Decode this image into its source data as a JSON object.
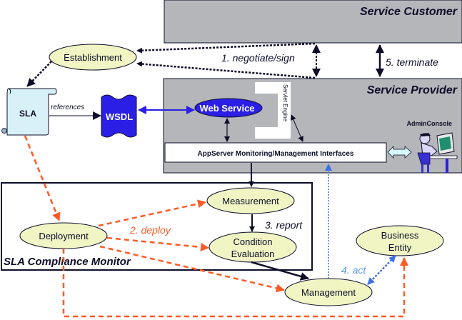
{
  "regions": {
    "service_customer": "Service Customer",
    "service_provider": "Service Provider",
    "sla_compliance_monitor": "SLA Compliance Monitor"
  },
  "nodes": {
    "establishment": "Establishment",
    "sla": "SLA",
    "wsdl": "WSDL",
    "web_service": "Web Service",
    "servlet_engine": "Servlet Engine",
    "appserver_interfaces": "AppServer Monitoring/Management Interfaces",
    "admin_console": "AdminConsole",
    "measurement": "Measurement",
    "deployment": "Deployment",
    "condition_evaluation_line1": "Condition",
    "condition_evaluation_line2": "Evaluation",
    "management": "Management",
    "business_entity_line1": "Business",
    "business_entity_line2": "Entity"
  },
  "edge_labels": {
    "negotiate_sign": "1. negotiate/sign",
    "deploy": "2. deploy",
    "report": "3. report",
    "act": "4. act",
    "terminate": "5. terminate",
    "references": "references"
  },
  "colors": {
    "region_gray": "#b4b6b9",
    "ellipse_fill": "#f0f5c3",
    "sla_fill": "#d8f0f8",
    "wsdl_blue": "#2b1fe6",
    "deploy_orange": "#ff5a23",
    "act_blue": "#4a86e8",
    "dark_line": "#0d0d2a"
  }
}
